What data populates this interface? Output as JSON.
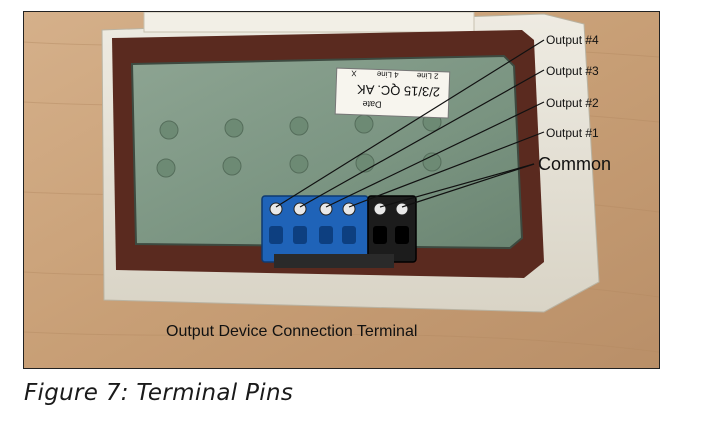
{
  "photo": {
    "embedded_caption": "Output Device Connection Terminal",
    "callouts": [
      {
        "label": "Output #4"
      },
      {
        "label": "Output #3"
      },
      {
        "label": "Output #2"
      },
      {
        "label": "Output #1"
      },
      {
        "label": "Common"
      }
    ],
    "sticker": {
      "line1": "Date",
      "line2": "2/3/15 QC. AK",
      "line3": "2 Line",
      "line4": "4 Line",
      "line5": "X"
    },
    "colors": {
      "wood": "#c9a27a",
      "housing": "#e6e2d6",
      "panel_border": "#5a2a1f",
      "panel_face": "#7f9a86",
      "terminal_blue": "#1f63b8",
      "terminal_black": "#1c1c1c"
    }
  },
  "figure_caption": "Figure 7: Terminal Pins"
}
